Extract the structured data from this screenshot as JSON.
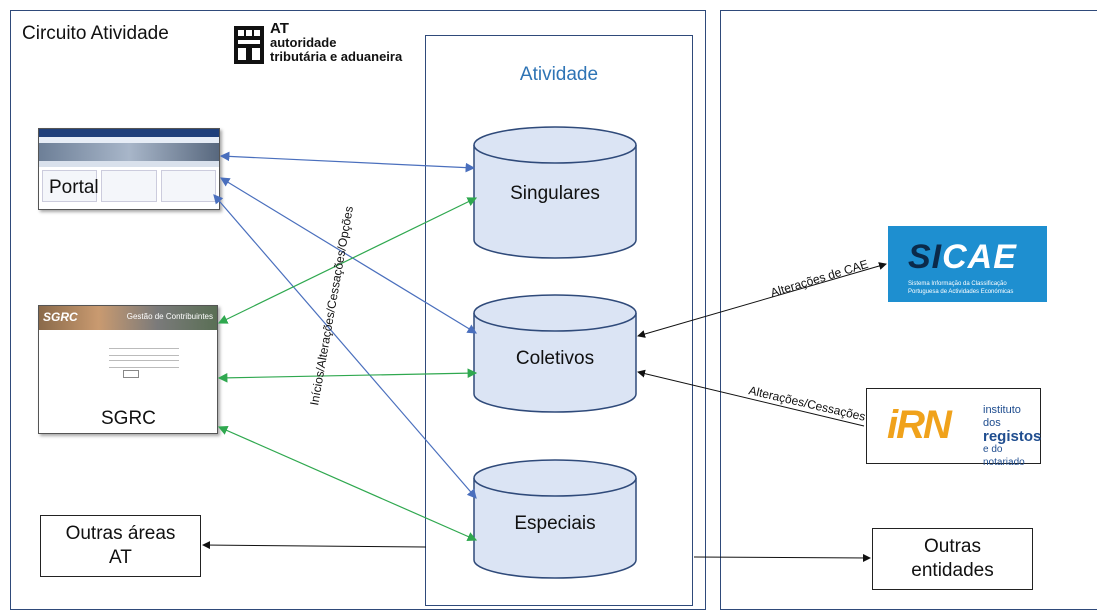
{
  "title": "Circuito Atividade",
  "at_logo": {
    "line1": "AT",
    "line2": "autoridade",
    "line3": "tributária e aduaneira"
  },
  "center_panel": {
    "title": "Atividade"
  },
  "databases": [
    {
      "label": "Singulares"
    },
    {
      "label": "Coletivos"
    },
    {
      "label": "Especiais"
    }
  ],
  "portal": {
    "label": "Portal"
  },
  "sgrc": {
    "label": "SGRC",
    "banner": "SGRC",
    "banner_right": "Gestão de Contribuintes"
  },
  "outras_areas": {
    "line1": "Outras áreas",
    "line2": "AT"
  },
  "outras_entidades": {
    "line1": "Outras",
    "line2": "entidades"
  },
  "sicae": {
    "name_si": "SI",
    "name_cae": "CAE",
    "sub1": "Sistema Informação da Classificação",
    "sub2": "Portuguesa de Actividades Económicas"
  },
  "irn": {
    "l1": "instituto dos",
    "l2": "registos",
    "l3": "e do notariado"
  },
  "labels": {
    "vertical": "Inícios/Alterações/Cessações/Opções",
    "sicae_link": "Alterações de CAE",
    "irn_link": "Alterações/Cessações"
  },
  "colors": {
    "blue_arrow": "#4a6fbd",
    "green_arrow": "#2fa84f",
    "cyl_fill": "#dbe4f4",
    "cyl_stroke": "#2f4a7a",
    "accent_title": "#2e74b5"
  }
}
